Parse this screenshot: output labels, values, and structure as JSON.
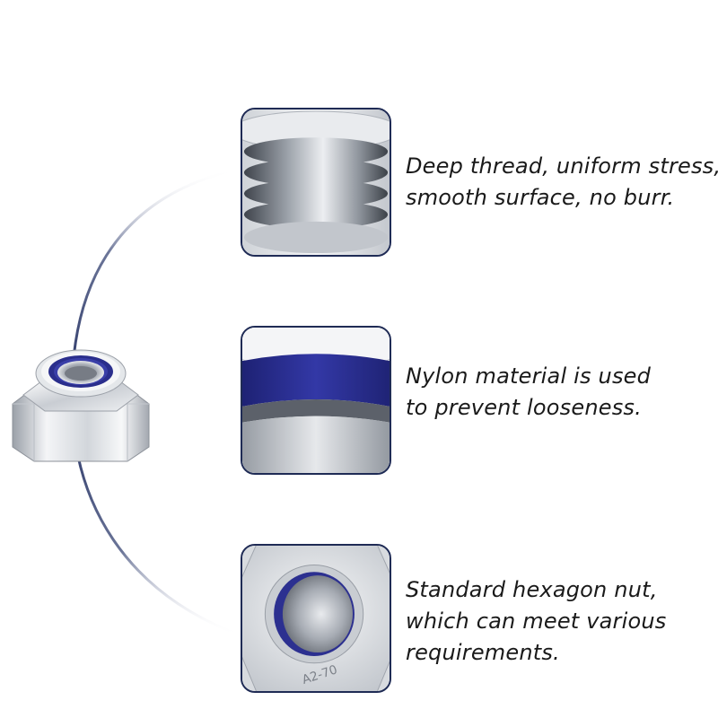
{
  "colors": {
    "arc": "#2b3a6b",
    "frame": "#1f2b55",
    "nylon": "#2a2e8c",
    "steel_light": "#f2f3f5",
    "steel_mid": "#b9bec6",
    "steel_dark": "#6f757e"
  },
  "callouts": [
    {
      "lines": [
        "Deep thread, uniform stress,",
        "smooth surface, no burr."
      ]
    },
    {
      "lines": [
        "Nylon material is used",
        "to prevent looseness."
      ]
    },
    {
      "lines": [
        "Standard hexagon nut,",
        "which can meet various",
        "requirements."
      ]
    }
  ],
  "nut_marking": "A2-70"
}
